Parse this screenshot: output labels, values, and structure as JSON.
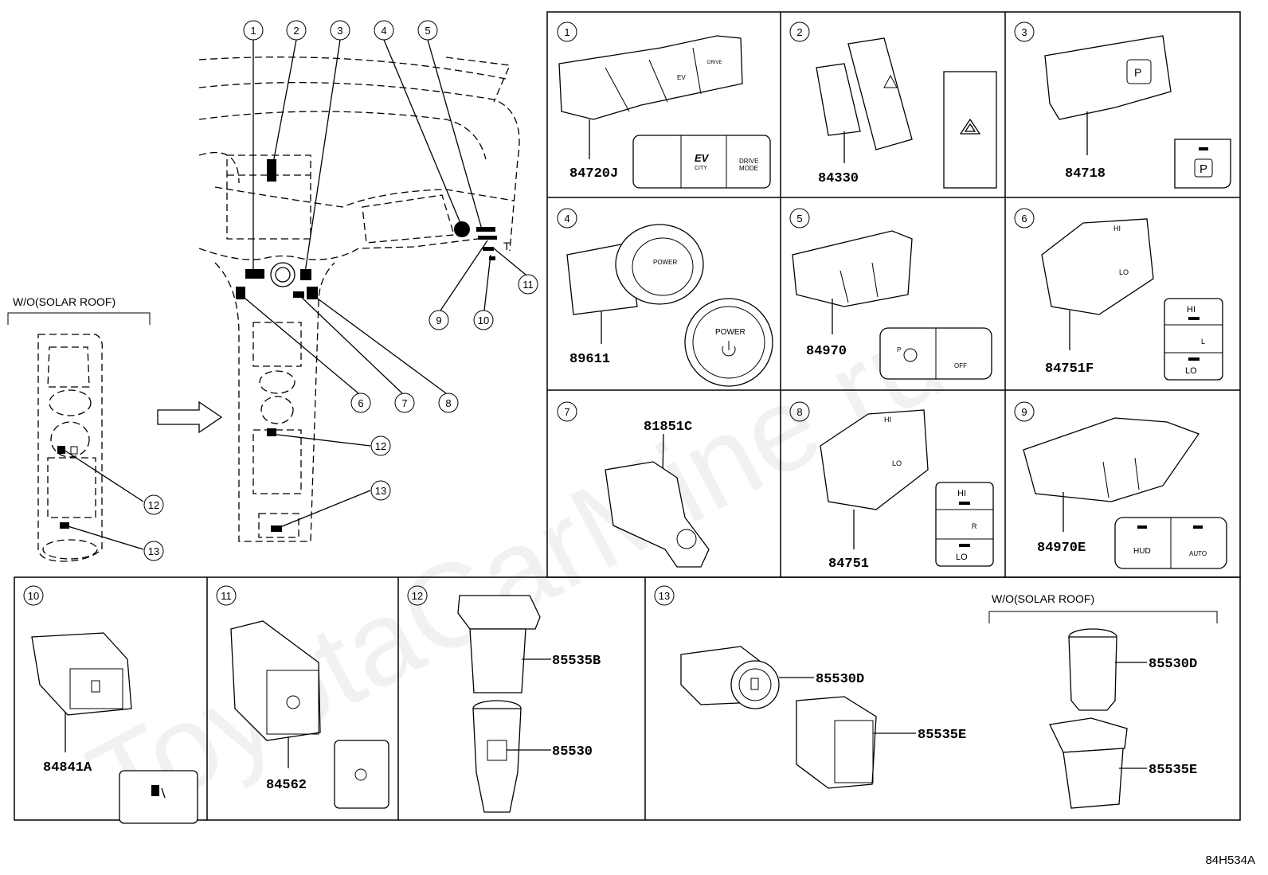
{
  "watermark": "ToyotaCarMine.ru",
  "diagram_code": "84H534A",
  "wo_solar_roof_label": "W/O(SOLAR ROOF)",
  "overview_callouts": [
    "1",
    "2",
    "3",
    "4",
    "5",
    "6",
    "7",
    "8",
    "9",
    "10",
    "11",
    "12",
    "13"
  ],
  "panels": [
    {
      "num": "1",
      "parts": [
        "84720J"
      ],
      "labels": [
        "EV",
        "CITY",
        "DRIVE",
        "MODE"
      ]
    },
    {
      "num": "2",
      "parts": [
        "84330"
      ]
    },
    {
      "num": "3",
      "parts": [
        "84718"
      ],
      "labels": [
        "P"
      ]
    },
    {
      "num": "4",
      "parts": [
        "89611"
      ],
      "labels": [
        "POWER"
      ]
    },
    {
      "num": "5",
      "parts": [
        "84970"
      ],
      "labels": [
        "P",
        "OFF"
      ]
    },
    {
      "num": "6",
      "parts": [
        "84751F"
      ],
      "labels": [
        "HI",
        "L",
        "LO"
      ]
    },
    {
      "num": "7",
      "parts": [
        "81851C"
      ]
    },
    {
      "num": "8",
      "parts": [
        "84751"
      ],
      "labels": [
        "HI",
        "R",
        "LO"
      ]
    },
    {
      "num": "9",
      "parts": [
        "84970E"
      ],
      "labels": [
        "HUD",
        "AUTO"
      ]
    },
    {
      "num": "10",
      "parts": [
        "84841A"
      ]
    },
    {
      "num": "11",
      "parts": [
        "84562"
      ]
    },
    {
      "num": "12",
      "parts": [
        "85535B",
        "85530"
      ]
    },
    {
      "num": "13",
      "parts": [
        "85530D",
        "85535E",
        "85530D",
        "85535E"
      ]
    }
  ]
}
